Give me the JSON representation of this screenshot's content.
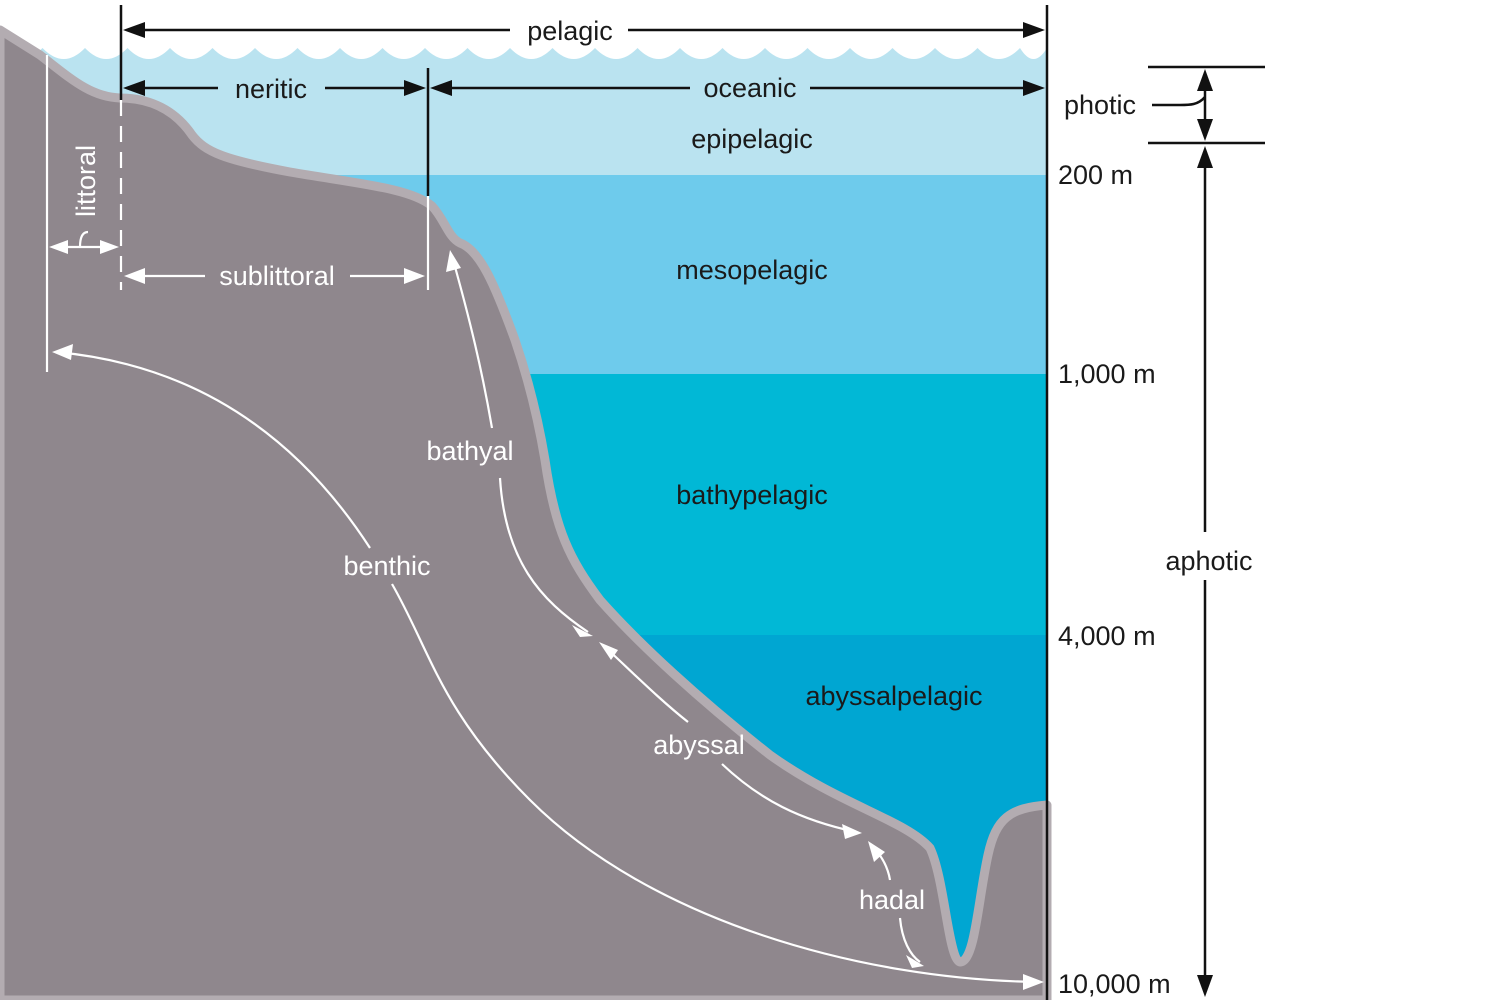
{
  "colors": {
    "epipelagic": "#bae3f0",
    "mesopelagic": "#6ecbec",
    "bathypelagic": "#01b8d6",
    "abyssalpelagic": "#00a6d2",
    "seafloor": "#8f878d",
    "seafloor_edge": "#b3acb1",
    "line_dark": "#111111",
    "line_light": "#ffffff"
  },
  "horizontal_zones": {
    "pelagic": "pelagic",
    "neritic": "neritic",
    "oceanic": "oceanic",
    "sublittoral": "sublittoral",
    "littoral": "littoral"
  },
  "water_layers": [
    {
      "name": "epipelagic"
    },
    {
      "name": "mesopelagic"
    },
    {
      "name": "bathypelagic"
    },
    {
      "name": "abyssalpelagic"
    }
  ],
  "depth_marks": [
    "200 m",
    "1,000 m",
    "4,000 m",
    "10,000 m"
  ],
  "light_zones": {
    "photic": "photic",
    "aphotic": "aphotic"
  },
  "benthic_zones": {
    "benthic": "benthic",
    "bathyal": "bathyal",
    "abyssal": "abyssal",
    "hadal": "hadal"
  }
}
